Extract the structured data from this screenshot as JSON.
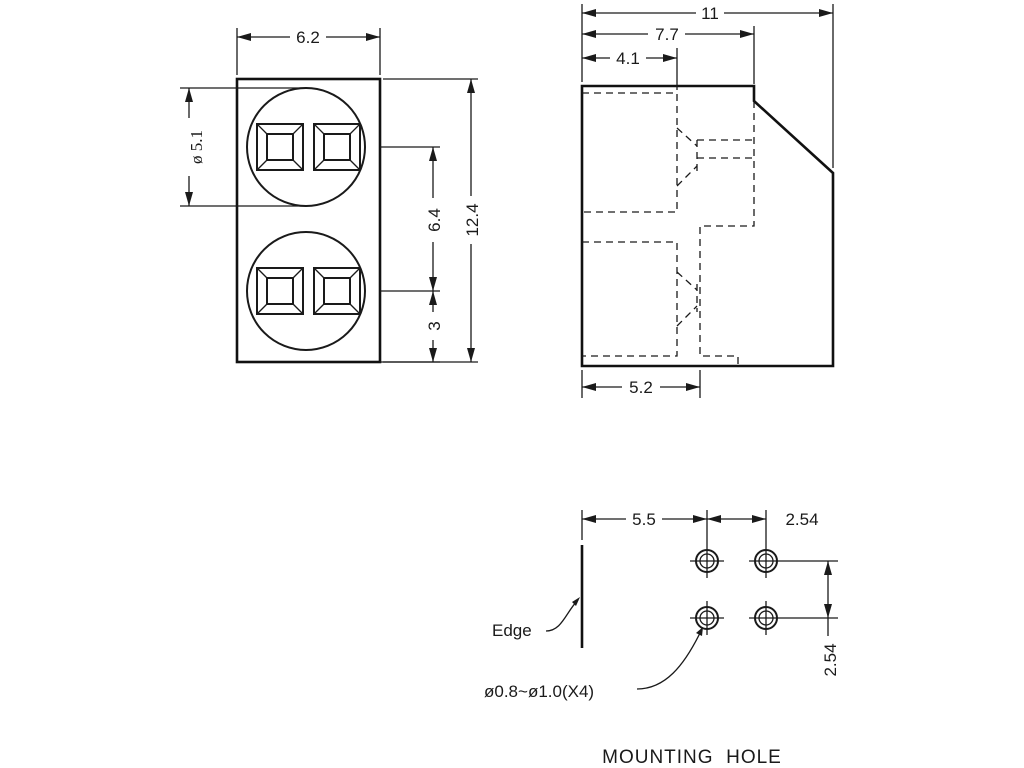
{
  "front_view": {
    "width_dim": "6.2",
    "height_dim": "12.4",
    "diameter_dim": "ø 5.1",
    "pitch_dim": "6.4",
    "offset_dim": "3"
  },
  "side_view": {
    "overall_dim": "11",
    "body_dim": "7.7",
    "lens_depth_dim": "4.1",
    "bottom_dim": "5.2"
  },
  "mounting_hole": {
    "edge_offset_dim": "5.5",
    "horizontal_pitch_dim": "2.54",
    "vertical_pitch_dim": "2.54",
    "edge_label": "Edge",
    "hole_spec": "ø0.8~ø1.0(X4)",
    "title": "MOUNTING  HOLE"
  },
  "colors": {
    "line": "#1a1a1a",
    "background": "#ffffff"
  }
}
